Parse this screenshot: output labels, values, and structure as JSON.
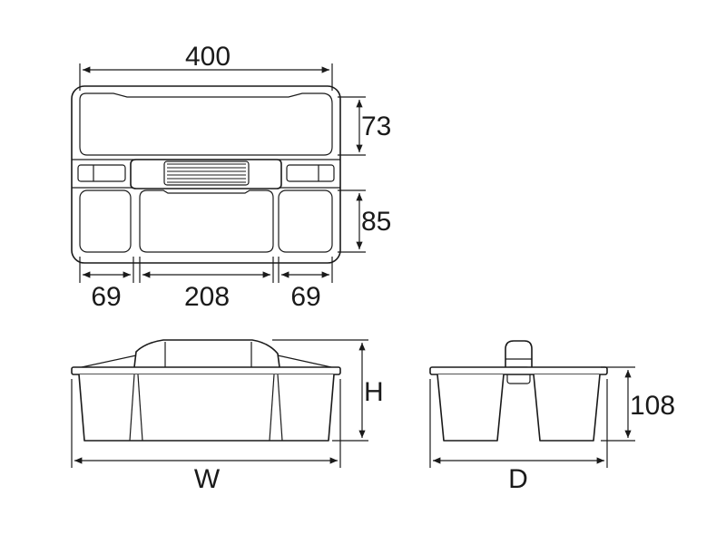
{
  "top_view": {
    "width_dim": "400",
    "upper_depth_dim": "73",
    "lower_depth_dim": "85",
    "left_compartment_dim": "69",
    "center_compartment_dim": "208",
    "right_compartment_dim": "69"
  },
  "front_view": {
    "width_label": "W",
    "height_label": "H"
  },
  "side_view": {
    "depth_label": "D",
    "height_dim": "108"
  }
}
